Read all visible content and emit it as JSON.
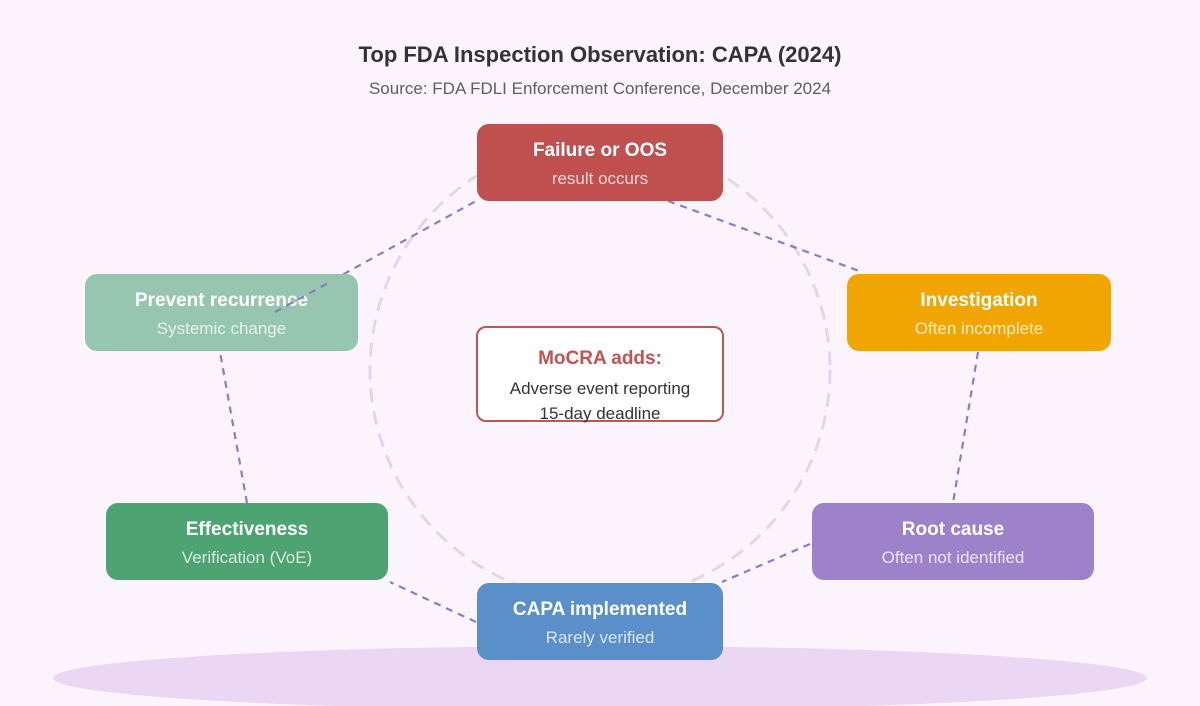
{
  "title": "Top FDA Inspection Observation: CAPA (2024)",
  "subtitle": "Source: FDA FDLI Enforcement Conference, December 2024",
  "center": {
    "heading": "MoCRA adds:",
    "line1": "Adverse event reporting",
    "line2": "15-day deadline"
  },
  "nodes": [
    {
      "title": "Failure or OOS",
      "subtitle": "result occurs",
      "color": "#c0504f"
    },
    {
      "title": "Investigation",
      "subtitle": "Often incomplete",
      "color": "#f0a500"
    },
    {
      "title": "Root cause",
      "subtitle": "Often not identified",
      "color": "#9e82c9"
    },
    {
      "title": "CAPA implemented",
      "subtitle": "Rarely verified",
      "color": "#5b8fc9"
    },
    {
      "title": "Effectiveness",
      "subtitle": "Verification (VoE)",
      "color": "#4ea373"
    },
    {
      "title": "Prevent recurrence",
      "subtitle": "Systemic change",
      "color": "#96c6b0"
    }
  ],
  "colors": {
    "background": "#fcf4fd",
    "connector": "#8e7cc3",
    "ring": "#e2d6ef",
    "floor": "#ebd6f3",
    "callout_border": "#c05453"
  }
}
